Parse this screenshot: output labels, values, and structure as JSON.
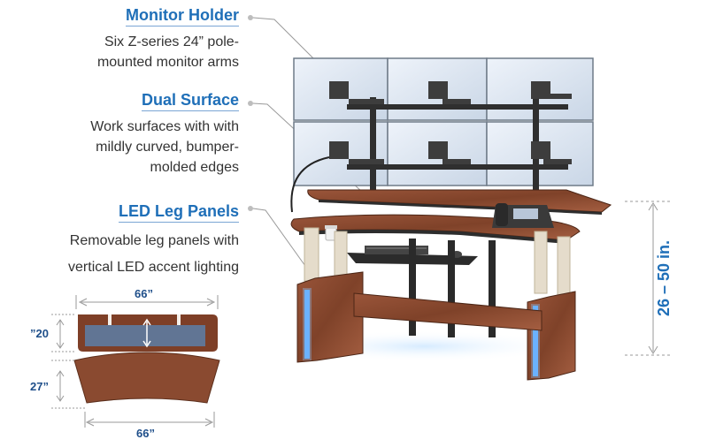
{
  "features": [
    {
      "title": "Monitor Holder",
      "lines": [
        "Six Z-series 24” pole-",
        "mounted monitor arms"
      ]
    },
    {
      "title": "Dual Surface",
      "lines": [
        "Work surfaces with  with",
        "mildly curved, bumper-",
        "molded edges"
      ]
    },
    {
      "title": "LED Leg Panels",
      "lines": [
        "Removable leg panels with",
        "vertical LED accent lighting"
      ]
    }
  ],
  "dimensions": {
    "top_width": "66”",
    "top_depth": "”20",
    "bottom_depth": "27”",
    "bottom_width": "66”",
    "height_range": "26 – 50 in."
  },
  "colors": {
    "heading": "#1f6fb8",
    "wood": "#8a4a30",
    "wood_dark": "#6e3a24",
    "metal": "#3a3a3a",
    "led": "#5aa8ff",
    "callout_line": "#9a9a9a"
  },
  "icons": [
    "monitor-icon",
    "desk-phone-icon",
    "keyboard-icon",
    "mouse-icon",
    "cup-icon"
  ]
}
